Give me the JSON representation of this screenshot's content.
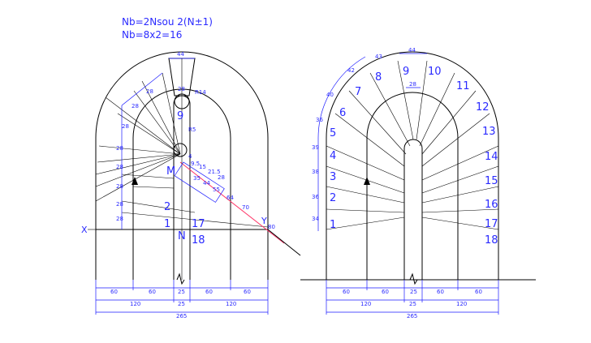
{
  "formula": {
    "line1": "Nb=2Nsou 2(N±1)",
    "line2": "Nb=8x2=16"
  },
  "left_plan": {
    "point_x": "X",
    "point_y": "Y",
    "point_m": "M",
    "point_n": "N",
    "step_numbers": [
      "1",
      "2",
      "9",
      "17",
      "18"
    ],
    "top_width": "44",
    "inner_top": "28",
    "radius_label": "R14",
    "radius_small": "R5",
    "side_dims": [
      "28",
      "28",
      "28",
      "28",
      "28",
      "28",
      "28",
      "28"
    ],
    "walk_dims": [
      "4",
      "9.5",
      "15",
      "21.5",
      "28",
      "35",
      "44",
      "55",
      "64",
      "70",
      "80"
    ],
    "bottom_row1": [
      "60",
      "60",
      "25",
      "60",
      "60"
    ],
    "bottom_row2": [
      "120",
      "25",
      "120"
    ],
    "total": "265"
  },
  "right_plan": {
    "step_numbers": [
      "1",
      "2",
      "3",
      "4",
      "5",
      "6",
      "7",
      "8",
      "9",
      "10",
      "11",
      "12",
      "13",
      "14",
      "15",
      "16",
      "17",
      "18"
    ],
    "top_width": "44",
    "inner_top": "28",
    "side_dims": [
      "34",
      "36",
      "38",
      "39",
      "36",
      "40",
      "42",
      "43"
    ],
    "bottom_row1": [
      "60",
      "60",
      "25",
      "60",
      "60"
    ],
    "bottom_row2": [
      "120",
      "25",
      "120"
    ],
    "total": "265"
  },
  "colors": {
    "line": "#000000",
    "text": "#2a2aff",
    "walkline": "#ff3366"
  }
}
